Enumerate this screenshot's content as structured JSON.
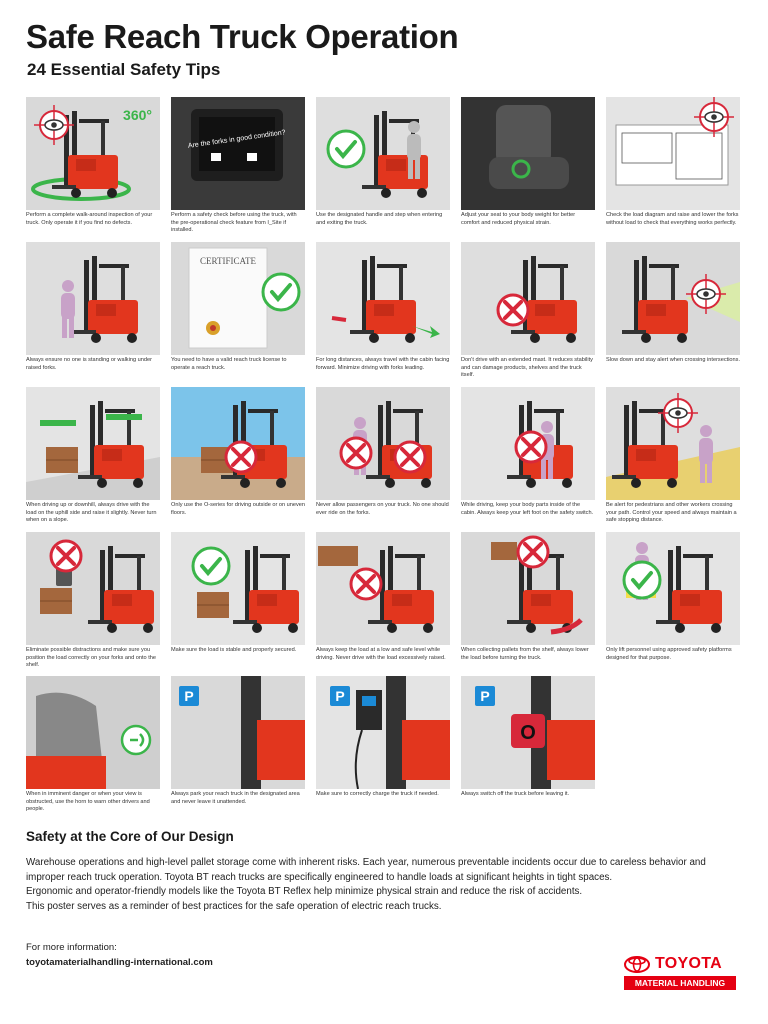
{
  "header": {
    "title": "Safe Reach Truck Operation",
    "subtitle": "24 Essential Safety Tips"
  },
  "tips": [
    {
      "caption": "Perform a complete walk-around inspection of your truck. Only operate it if you find no defects.",
      "icon": "inspection-eye-icon",
      "badge": "360°"
    },
    {
      "caption": "Perform a safety check before using the truck, with the pre-operational check feature from I_Site if installed.",
      "icon": "screen-check-icon",
      "screen_text": "Are the forks in good condition?"
    },
    {
      "caption": "Use the designated handle and step when entering and exiting the truck.",
      "icon": "checkmark-icon"
    },
    {
      "caption": "Adjust your seat to your body weight for better comfort and reduced physical strain.",
      "icon": "seat-adjust-icon"
    },
    {
      "caption": "Check the load diagram and raise and lower the forks without load to check that everything works perfectly.",
      "icon": "load-diagram-icon"
    },
    {
      "caption": "Always ensure no one is standing or walking under raised forks.",
      "icon": "person-icon"
    },
    {
      "caption": "You need to have a valid reach truck license to operate a reach truck.",
      "icon": "certificate-icon",
      "certificate_text": "CERTIFICATE"
    },
    {
      "caption": "For long distances, always travel with the cabin facing forward. Minimize driving with forks leading.",
      "icon": "direction-arrows-icon"
    },
    {
      "caption": "Don't drive with an extended mast. It reduces stability and can damage products, shelves and the truck itself.",
      "icon": "cross-icon"
    },
    {
      "caption": "Slow down and stay alert when crossing intersections.",
      "icon": "eye-icon"
    },
    {
      "caption": "When driving up or downhill, always drive with the load on the uphill side and raise it slightly. Never turn when on a slope.",
      "icon": "slope-arrows-icon"
    },
    {
      "caption": "Only use the O-series for driving outside or on uneven floors.",
      "icon": "cross-icon"
    },
    {
      "caption": "Never allow passengers on your truck. No one should ever ride on the forks.",
      "icon": "cross-icon"
    },
    {
      "caption": "While driving, keep your body parts inside of the cabin. Always keep your left foot on the safety switch.",
      "icon": "cross-icon"
    },
    {
      "caption": "Be alert for pedestrians and other workers crossing your path. Control your speed and always maintain a safe stopping distance.",
      "icon": "eye-icon"
    },
    {
      "caption": "Eliminate possible distractions and make sure you position the load correctly on your forks and onto the shelf.",
      "icon": "phone-cross-icon"
    },
    {
      "caption": "Make sure the load is stable and properly secured.",
      "icon": "checkmark-icon"
    },
    {
      "caption": "Always keep the load at a low and safe level while driving. Never drive with the load excessively raised.",
      "icon": "cross-icon"
    },
    {
      "caption": "When collecting pallets from the shelf, always lower the load before turning the truck.",
      "icon": "cross-icon"
    },
    {
      "caption": "Only lift personnel using approved safety platforms designed for that purpose.",
      "icon": "checkmark-icon"
    },
    {
      "caption": "When in imminent danger or when your view is obstructed, use the horn to warn other drivers and people.",
      "icon": "horn-icon"
    },
    {
      "caption": "Always park your reach truck in the designated area and never leave it unattended.",
      "icon": "parking-icon",
      "sign": "P"
    },
    {
      "caption": "Make sure to correctly charge the truck if needed.",
      "icon": "charger-icon",
      "sign": "P"
    },
    {
      "caption": "Always switch off the truck before leaving it.",
      "icon": "power-off-icon",
      "sign": "P",
      "button": "O"
    }
  ],
  "info": {
    "section_title": "Safety at the Core of Our Design",
    "paragraphs": [
      "Warehouse operations and high-level pallet storage come with inherent risks. Each year, numerous preventable incidents occur due to careless behavior and improper reach truck operation. Toyota BT reach trucks are specifically engineered to handle loads at significant heights in tight spaces.",
      "Ergonomic and operator-friendly models like the Toyota BT Reflex help minimize physical strain and reduce the risk of accidents.",
      "This poster serves as a reminder of best practices for the safe operation of electric reach trucks."
    ],
    "more_label": "For more information:",
    "url": "toyotamaterialhandling-international.com"
  },
  "logo": {
    "brand": "TOYOTA",
    "division": "MATERIAL HANDLING",
    "color": "#e50012"
  },
  "colors": {
    "truck": "#e2361e",
    "check": "#3bb54a",
    "cross": "#d7283a",
    "parking": "#1b8ad6"
  }
}
